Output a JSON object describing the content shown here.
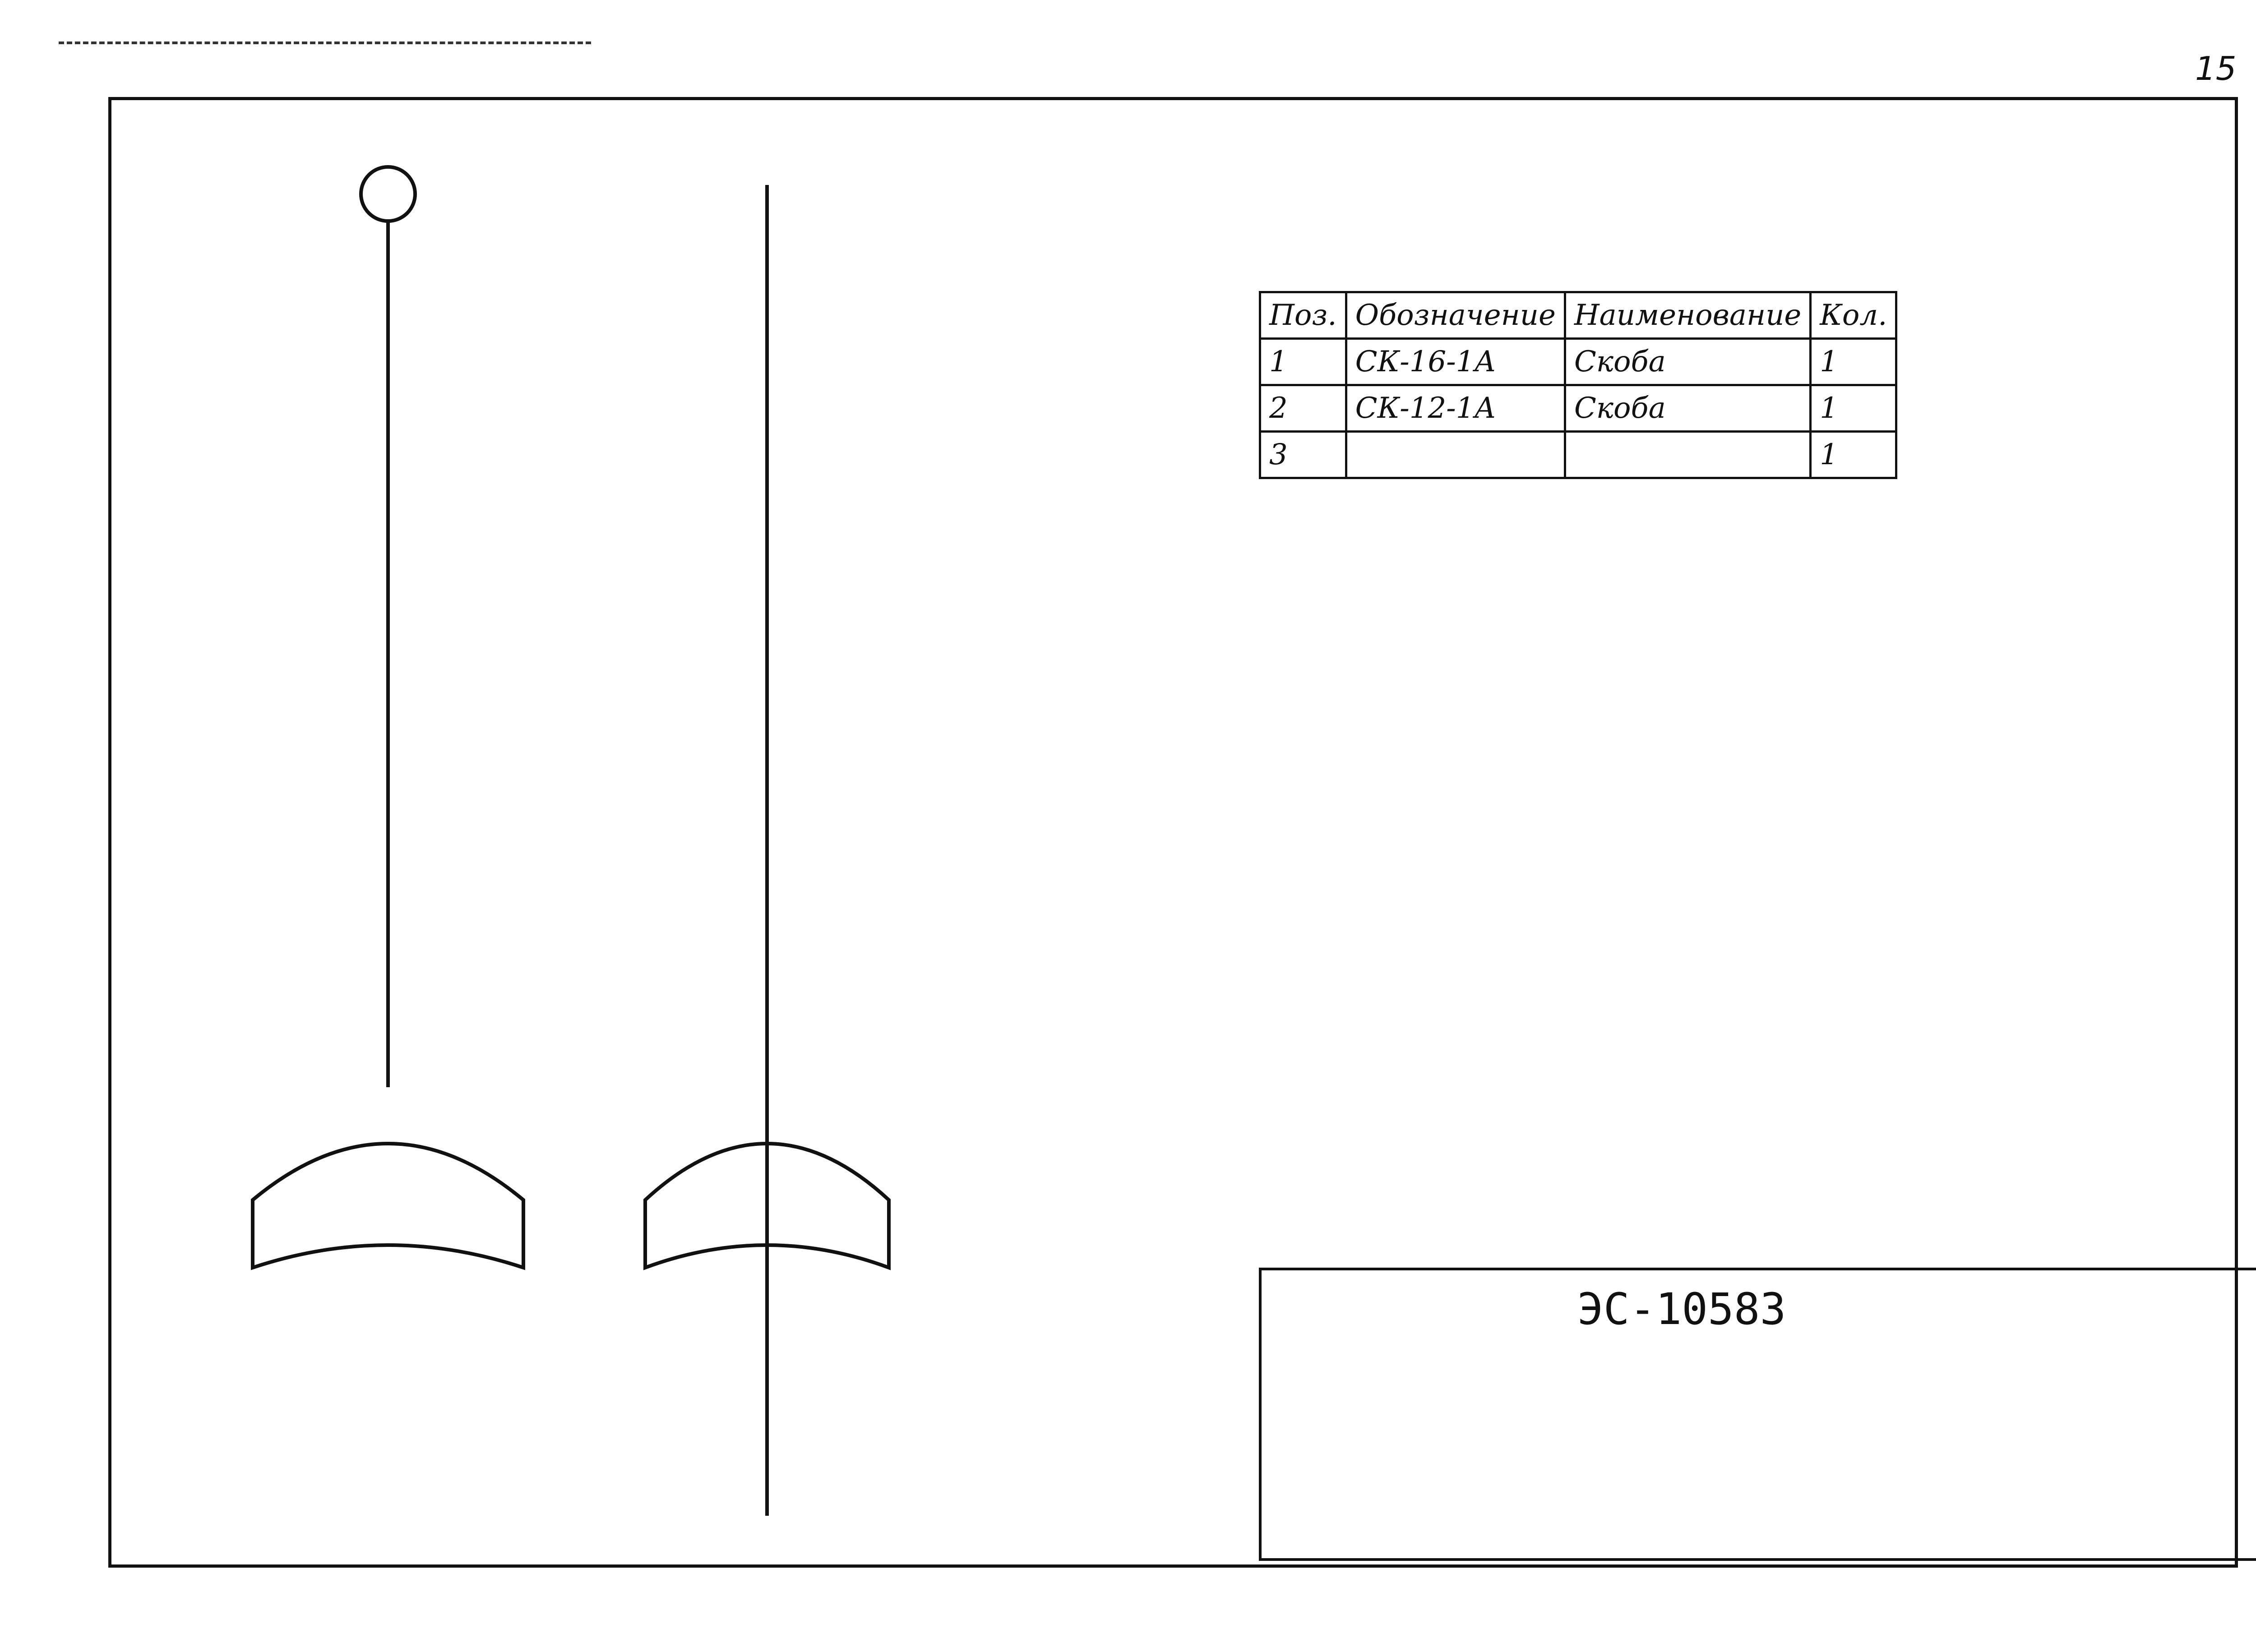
{
  "page_number": "15",
  "title_block": {
    "document_code": "ЭС-10583"
  },
  "spec_table": {
    "headers": [
      "Поз.",
      "Обозначение",
      "Наименование",
      "Кол."
    ],
    "rows": [
      [
        "1",
        "СК-16-1А",
        "Скоба",
        "1"
      ],
      [
        "2",
        "СК-12-1А",
        "Скоба",
        "1"
      ],
      [
        "3",
        "",
        "",
        "1"
      ]
    ]
  }
}
